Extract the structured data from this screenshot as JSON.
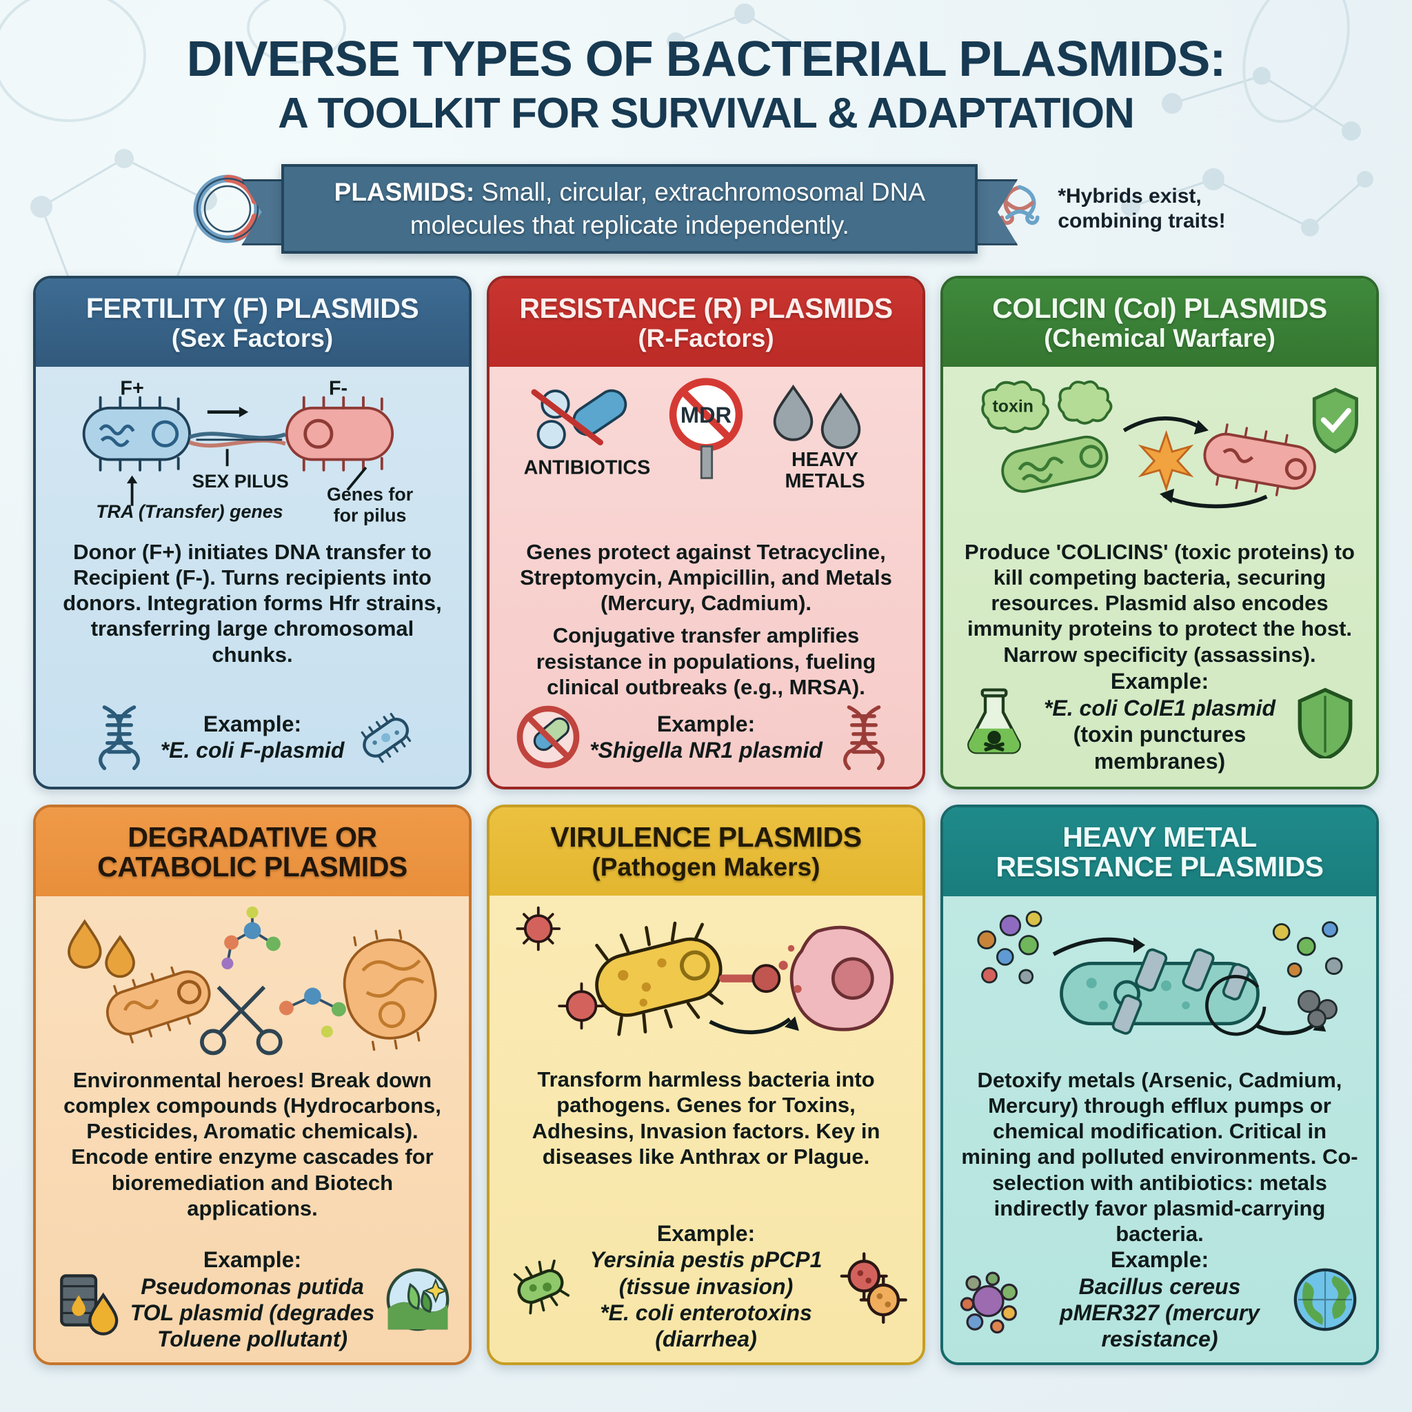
{
  "header": {
    "title_line1": "DIVERSE TYPES OF BACTERIAL PLASMIDS:",
    "title_line2": "A TOOLKIT FOR SURVIVAL & ADAPTATION"
  },
  "banner": {
    "lead": "PLASMIDS:",
    "definition": " Small, circular, extrachromosomal DNA molecules that replicate independently.",
    "ring_icon": "plasmid-ring-icon"
  },
  "hybrid_note": {
    "icon": "tangled-plasmid-icon",
    "line1": "*Hybrids exist,",
    "line2": "combining traits!"
  },
  "cards": [
    {
      "id": "fertility",
      "accent": "#31597c",
      "title": "FERTILITY (F) PLASMIDS",
      "subtitle": "(Sex Factors)",
      "art": {
        "donor_label": "F+",
        "recipient_label": "F-",
        "pilus_label": "SEX PILUS",
        "tra_label": "TRA (Transfer) genes",
        "pilus_genes_line1": "Genes for",
        "pilus_genes_line2": "for pilus"
      },
      "body": "Donor (F+) initiates DNA transfer to Recipient (F-). Turns recipients into donors. Integration forms Hfr strains, transferring large chromosomal chunks.",
      "example_label": "Example:",
      "example_value": "*E. coli F-plasmid",
      "example_italic": "E. coli",
      "icons": [
        "dna-helix-icon",
        "bacterium-icon"
      ]
    },
    {
      "id": "resistance",
      "accent": "#bc2b27",
      "title": "RESISTANCE (R) PLASMIDS",
      "subtitle": "(R-Factors)",
      "art": {
        "antibiotics_label": "ANTIBIOTICS",
        "mdr_label": "MDR",
        "heavy_label_line1": "HEAVY",
        "heavy_label_line2": "METALS"
      },
      "body_1": "Genes protect against Tetracycline, Streptomycin, Ampicillin, and Metals (Mercury, Cadmium).",
      "body_2": "Conjugative transfer amplifies resistance in populations, fueling clinical outbreaks (e.g., MRSA).",
      "example_label": "Example:",
      "example_value": "*Shigella NR1 plasmid",
      "example_italic": "Shigella",
      "icons": [
        "no-pills-icon",
        "dna-helix-icon"
      ]
    },
    {
      "id": "colicin",
      "accent": "#357631",
      "title": "COLICIN (Col) PLASMIDS",
      "subtitle": "(Chemical Warfare)",
      "art": {
        "toxin_label": "toxin"
      },
      "body": "Produce 'COLICINS' (toxic proteins) to kill competing bacteria, securing resources. Plasmid also encodes immunity proteins to protect the host. Narrow specificity (assassins).",
      "example_label": "Example:",
      "example_value": "*E. coli ColE1 plasmid",
      "example_italic": "E. coli",
      "example_note": "(toxin punctures membranes)",
      "icons": [
        "poison-flask-icon",
        "shield-icon"
      ]
    },
    {
      "id": "degradative",
      "accent": "#e88f3b",
      "title": "DEGRADATIVE OR",
      "subtitle": "CATABOLIC PLASMIDS",
      "body": "Environmental heroes! Break down complex compounds (Hydrocarbons, Pesticides, Aromatic chemicals). Encode entire enzyme cascades for bioremediation and Biotech applications.",
      "example_label": "Example:",
      "example_value": "Pseudomonas putida TOL plasmid (degrades Toluene pollutant)",
      "example_italic": "Pseudomonas putida",
      "icons": [
        "oil-barrel-icon",
        "eco-nature-icon"
      ]
    },
    {
      "id": "virulence",
      "accent": "#e3b62f",
      "title": "VIRULENCE PLASMIDS",
      "subtitle": "(Pathogen Makers)",
      "body": "Transform harmless bacteria into pathogens. Genes for Toxins, Adhesins, Invasion factors. Key in diseases like Anthrax or Plague.",
      "example_label": "Example:",
      "example_value_1": "Yersinia pestis pPCP1 (tissue invasion)",
      "example_value_2": "*E. coli enterotoxins (diarrhea)",
      "icons": [
        "green-bacterium-icon",
        "virus-pair-icon"
      ]
    },
    {
      "id": "heavy-metal",
      "accent": "#1a7d7d",
      "title": "HEAVY METAL",
      "subtitle": "RESISTANCE PLASMIDS",
      "body": "Detoxify metals (Arsenic, Cadmium, Mercury) through efflux pumps or chemical modification. Critical in mining and polluted environments. Co-selection with antibiotics: metals indirectly favor plasmid-carrying bacteria.",
      "example_label": "Example:",
      "example_value": "Bacillus cereus pMER327 (mercury resistance)",
      "example_italic": "Bacillus cereus",
      "icons": [
        "metal-ions-icon",
        "earth-globe-icon"
      ]
    }
  ]
}
